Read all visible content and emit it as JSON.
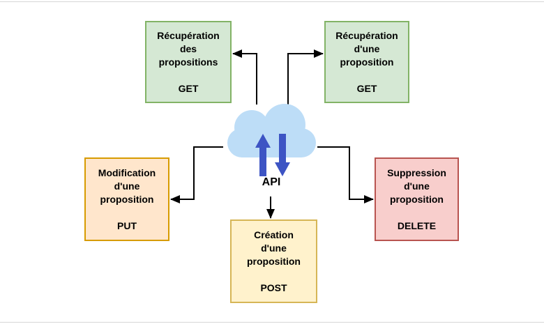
{
  "diagram": {
    "title_hint": "API HTTP methods diagram",
    "api": {
      "label": "API"
    },
    "colors": {
      "cloud_fill": "#bdddf7",
      "cloud_arrow_blue": "#3d54c4",
      "connector": "#000000",
      "green_fill": "#d5e8d4",
      "green_border": "#82b366",
      "orange_fill": "#ffe6cc",
      "orange_border": "#d79b00",
      "red_fill": "#f8cecc",
      "red_border": "#b85450",
      "yellow_fill": "#fff2cc",
      "yellow_border": "#d6b656",
      "hairline": "#d6d6d6"
    },
    "boxes": [
      {
        "id": "get-propositions",
        "label": "Récupération\ndes\npropositions",
        "method": "GET"
      },
      {
        "id": "get-proposition",
        "label": "Récupération\nd'une\nproposition",
        "method": "GET"
      },
      {
        "id": "put-proposition",
        "label": "Modification\nd'une\nproposition",
        "method": "PUT"
      },
      {
        "id": "delete-proposition",
        "label": "Suppression\nd'une\nproposition",
        "method": "DELETE"
      },
      {
        "id": "post-proposition",
        "label": "Création\nd'une\nproposition",
        "method": "POST"
      }
    ]
  }
}
